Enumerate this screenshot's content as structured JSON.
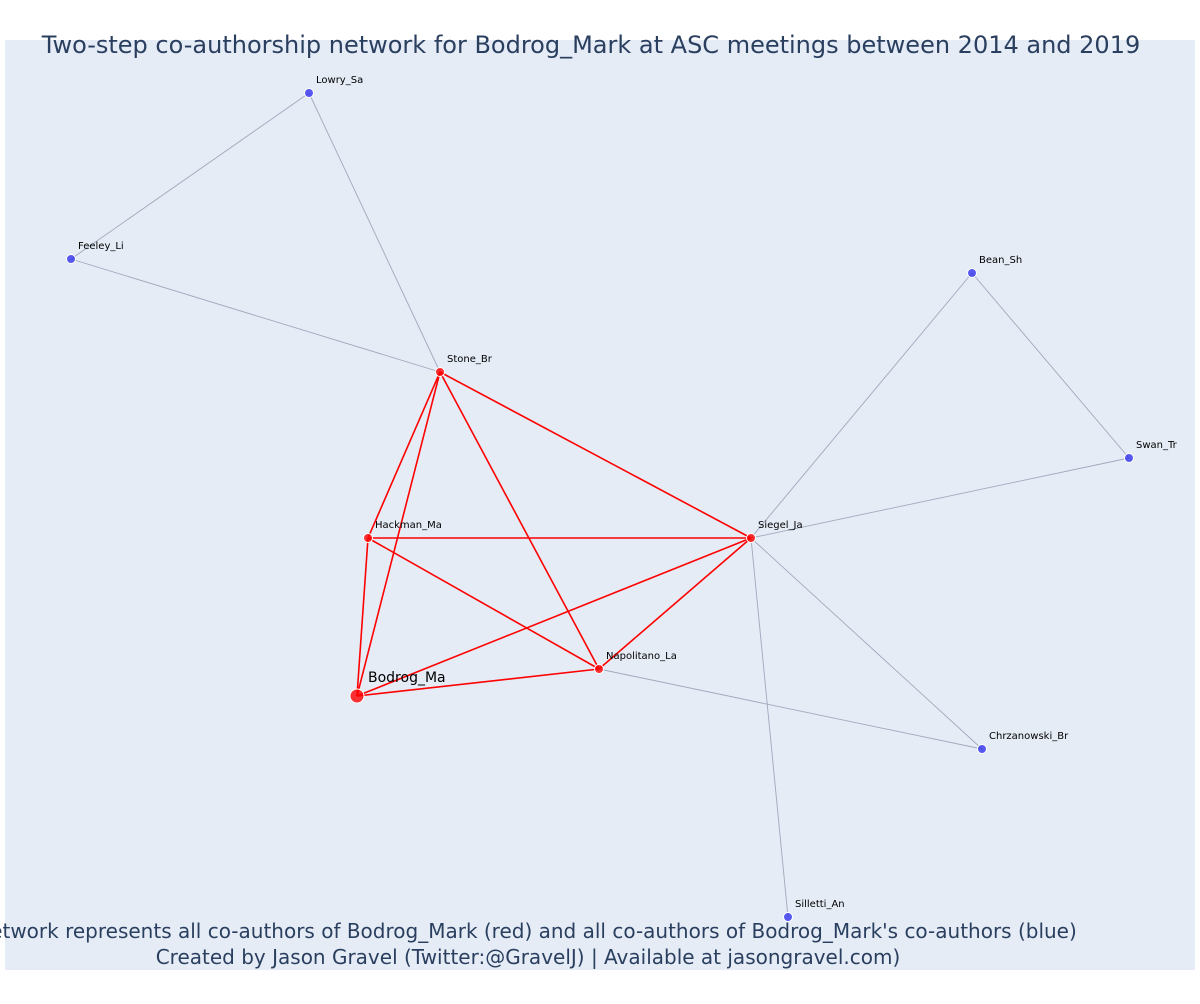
{
  "title": "Two-step co-authorship network for Bodrog_Mark at ASC meetings between 2014 and 2019",
  "caption": {
    "line1": "Network represents all co-authors of Bodrog_Mark (red) and all co-authors of Bodrog_Mark's co-authors (blue)",
    "line2": "Created by Jason Gravel (Twitter:@GravelJ) | Available at jasongravel.com)"
  },
  "colors": {
    "background": "#e5ecf6",
    "first_step": "#ff0000",
    "second_step": "#3333ee",
    "second_step_edge": "#a0a8bc",
    "text": "#2a3f5f"
  },
  "nodes": [
    {
      "id": "Bodrog_Ma",
      "label": "Bodrog_Ma",
      "group": "ego"
    },
    {
      "id": "Stone_Br",
      "label": "Stone_Br",
      "group": "coauthor"
    },
    {
      "id": "Hackman_Ma",
      "label": "Hackman_Ma",
      "group": "coauthor"
    },
    {
      "id": "Siegel_Ja",
      "label": "Siegel_Ja",
      "group": "coauthor"
    },
    {
      "id": "Napolitano_La",
      "label": "Napolitano_La",
      "group": "coauthor"
    },
    {
      "id": "Lowry_Sa",
      "label": "Lowry_Sa",
      "group": "second"
    },
    {
      "id": "Feeley_Li",
      "label": "Feeley_Li",
      "group": "second"
    },
    {
      "id": "Bean_Sh",
      "label": "Bean_Sh",
      "group": "second"
    },
    {
      "id": "Swan_Tr",
      "label": "Swan_Tr",
      "group": "second"
    },
    {
      "id": "Chrzanowski_Br",
      "label": "Chrzanowski_Br",
      "group": "second"
    },
    {
      "id": "Silletti_An",
      "label": "Silletti_An",
      "group": "second"
    }
  ],
  "edges": [
    {
      "source": "Bodrog_Ma",
      "target": "Stone_Br",
      "type": "first"
    },
    {
      "source": "Bodrog_Ma",
      "target": "Hackman_Ma",
      "type": "first"
    },
    {
      "source": "Bodrog_Ma",
      "target": "Siegel_Ja",
      "type": "first"
    },
    {
      "source": "Bodrog_Ma",
      "target": "Napolitano_La",
      "type": "first"
    },
    {
      "source": "Stone_Br",
      "target": "Hackman_Ma",
      "type": "first"
    },
    {
      "source": "Stone_Br",
      "target": "Siegel_Ja",
      "type": "first"
    },
    {
      "source": "Stone_Br",
      "target": "Napolitano_La",
      "type": "first"
    },
    {
      "source": "Hackman_Ma",
      "target": "Siegel_Ja",
      "type": "first"
    },
    {
      "source": "Hackman_Ma",
      "target": "Napolitano_La",
      "type": "first"
    },
    {
      "source": "Siegel_Ja",
      "target": "Napolitano_La",
      "type": "first"
    },
    {
      "source": "Lowry_Sa",
      "target": "Feeley_Li",
      "type": "second"
    },
    {
      "source": "Lowry_Sa",
      "target": "Stone_Br",
      "type": "second"
    },
    {
      "source": "Feeley_Li",
      "target": "Stone_Br",
      "type": "second"
    },
    {
      "source": "Bean_Sh",
      "target": "Swan_Tr",
      "type": "second"
    },
    {
      "source": "Bean_Sh",
      "target": "Siegel_Ja",
      "type": "second"
    },
    {
      "source": "Swan_Tr",
      "target": "Siegel_Ja",
      "type": "second"
    },
    {
      "source": "Siegel_Ja",
      "target": "Chrzanowski_Br",
      "type": "second"
    },
    {
      "source": "Siegel_Ja",
      "target": "Silletti_An",
      "type": "second"
    },
    {
      "source": "Napolitano_La",
      "target": "Chrzanowski_Br",
      "type": "second"
    }
  ]
}
